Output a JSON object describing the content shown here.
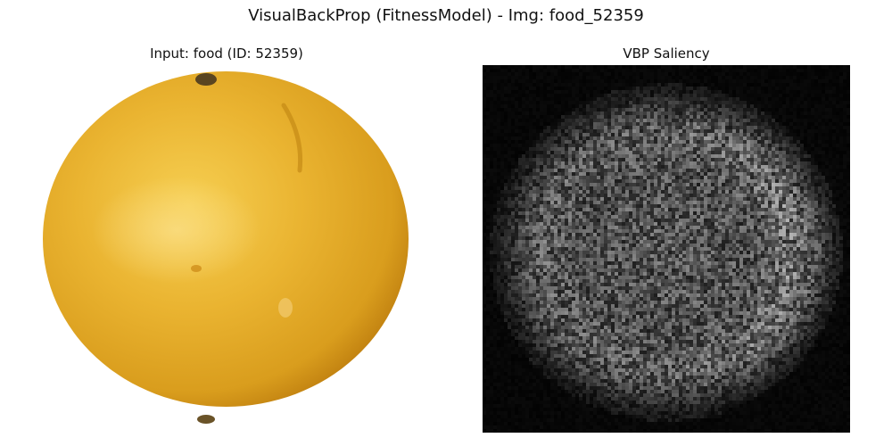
{
  "figure": {
    "suptitle": "VisualBackProp (FitnessModel) - Img: food_52359"
  },
  "panels": [
    {
      "title": "Input: food (ID: 52359)",
      "content": "orange fruit photo",
      "colors": {
        "background": "#ffffff",
        "fruit_light": "#f4c84a",
        "fruit_mid": "#eab431",
        "fruit_dark": "#c9870f",
        "stem": "#5a4520"
      }
    },
    {
      "title": "VBP Saliency",
      "content": "grayscale saliency map",
      "colors": {
        "background": "#000000",
        "low": "#000000",
        "high": "#ffffff"
      }
    }
  ]
}
